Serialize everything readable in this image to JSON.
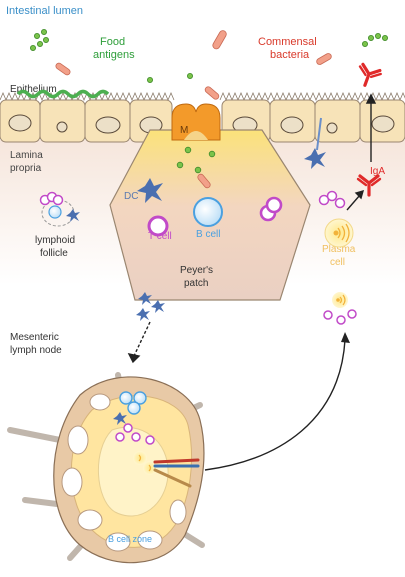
{
  "labels": {
    "intestinal_lumen": "Intestinal lumen",
    "food_antigens_line1": "Food",
    "food_antigens_line2": "antigens",
    "commensal_line1": "Commensal",
    "commensal_line2": "bacteria",
    "epithelium": "Epithelium",
    "m_cell": "M",
    "lamina_line1": "Lamina",
    "lamina_line2": "propria",
    "dc": "DC",
    "t_cell": "T cell",
    "b_cell": "B cell",
    "peyers_line1": "Peyer's",
    "peyers_line2": "patch",
    "lymphoid_line1": "lymphoid",
    "lymphoid_line2": "follicle",
    "iga": "IgA",
    "plasma_line1": "Plasma",
    "plasma_line2": "cell",
    "mesenteric_line1": "Mesenteric",
    "mesenteric_line2": "lymph node",
    "b_cell_zone": "B cell zone"
  },
  "colors": {
    "lumen_text": "#3a8fc8",
    "food_text": "#2e9e3a",
    "bacteria_text": "#d93a2b",
    "iga": "#e02a2a",
    "t_cell": "#c14ac8",
    "b_cell": "#4aa0e0",
    "plasma_text": "#f0c060",
    "dc": "#4a6fb0",
    "bacteria_fill": "#f2a089",
    "food_green": "#4caf50"
  }
}
